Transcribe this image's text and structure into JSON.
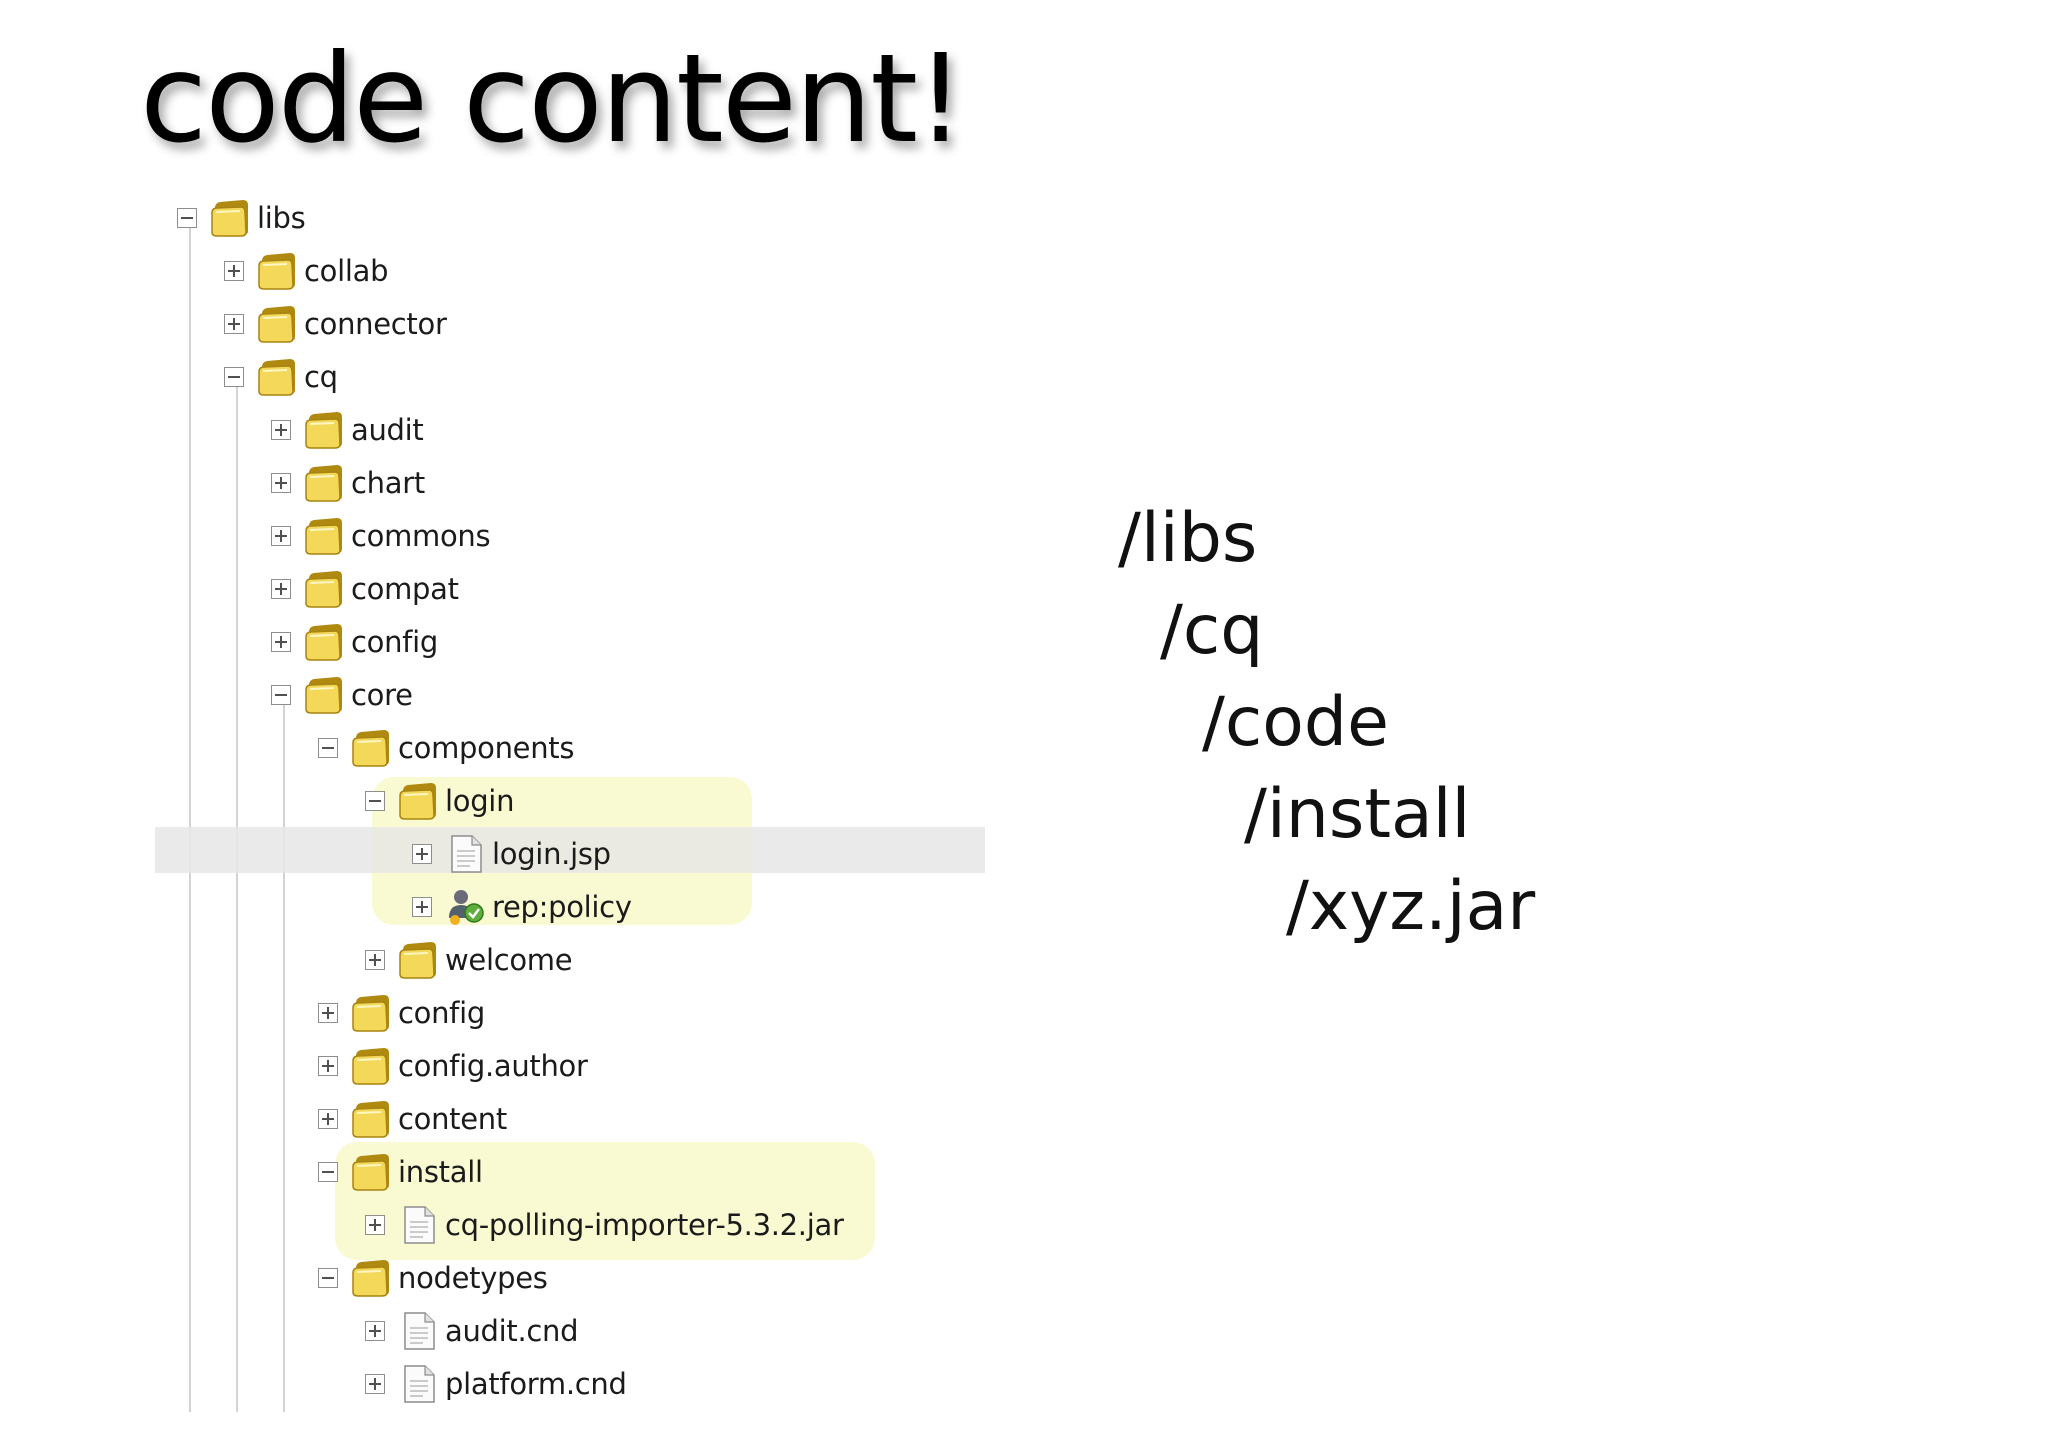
{
  "slide": {
    "title": "code content!"
  },
  "colors": {
    "highlight": "#fafad2",
    "selection": "#e6e6e6",
    "folder": "#f3d85a"
  },
  "tree": {
    "rows": [
      {
        "label": "libs",
        "icon": "folder-icon",
        "toggle": "minus"
      },
      {
        "label": "collab",
        "icon": "folder-icon",
        "toggle": "plus"
      },
      {
        "label": "connector",
        "icon": "folder-icon",
        "toggle": "plus"
      },
      {
        "label": "cq",
        "icon": "folder-icon",
        "toggle": "minus"
      },
      {
        "label": "audit",
        "icon": "folder-icon",
        "toggle": "plus"
      },
      {
        "label": "chart",
        "icon": "folder-icon",
        "toggle": "plus"
      },
      {
        "label": "commons",
        "icon": "folder-icon",
        "toggle": "plus"
      },
      {
        "label": "compat",
        "icon": "folder-icon",
        "toggle": "plus"
      },
      {
        "label": "config",
        "icon": "folder-icon",
        "toggle": "plus"
      },
      {
        "label": "core",
        "icon": "folder-icon",
        "toggle": "minus"
      },
      {
        "label": "components",
        "icon": "folder-icon",
        "toggle": "minus"
      },
      {
        "label": "login",
        "icon": "folder-icon",
        "toggle": "minus"
      },
      {
        "label": "login.jsp",
        "icon": "file-icon",
        "toggle": "plus"
      },
      {
        "label": "rep:policy",
        "icon": "policy-icon",
        "toggle": "plus"
      },
      {
        "label": "welcome",
        "icon": "folder-icon",
        "toggle": "plus"
      },
      {
        "label": "config",
        "icon": "folder-icon",
        "toggle": "plus"
      },
      {
        "label": "config.author",
        "icon": "folder-icon",
        "toggle": "plus"
      },
      {
        "label": "content",
        "icon": "folder-icon",
        "toggle": "plus"
      },
      {
        "label": "install",
        "icon": "folder-icon",
        "toggle": "minus"
      },
      {
        "label": "cq-polling-importer-5.3.2.jar",
        "icon": "file-icon",
        "toggle": "plus"
      },
      {
        "label": "nodetypes",
        "icon": "folder-icon",
        "toggle": "minus"
      },
      {
        "label": "audit.cnd",
        "icon": "file-icon",
        "toggle": "plus"
      },
      {
        "label": "platform.cnd",
        "icon": "file-icon",
        "toggle": "plus"
      }
    ]
  },
  "path": {
    "lines": [
      "/libs",
      "/cq",
      "/code",
      "/install",
      "/xyz.jar"
    ]
  }
}
